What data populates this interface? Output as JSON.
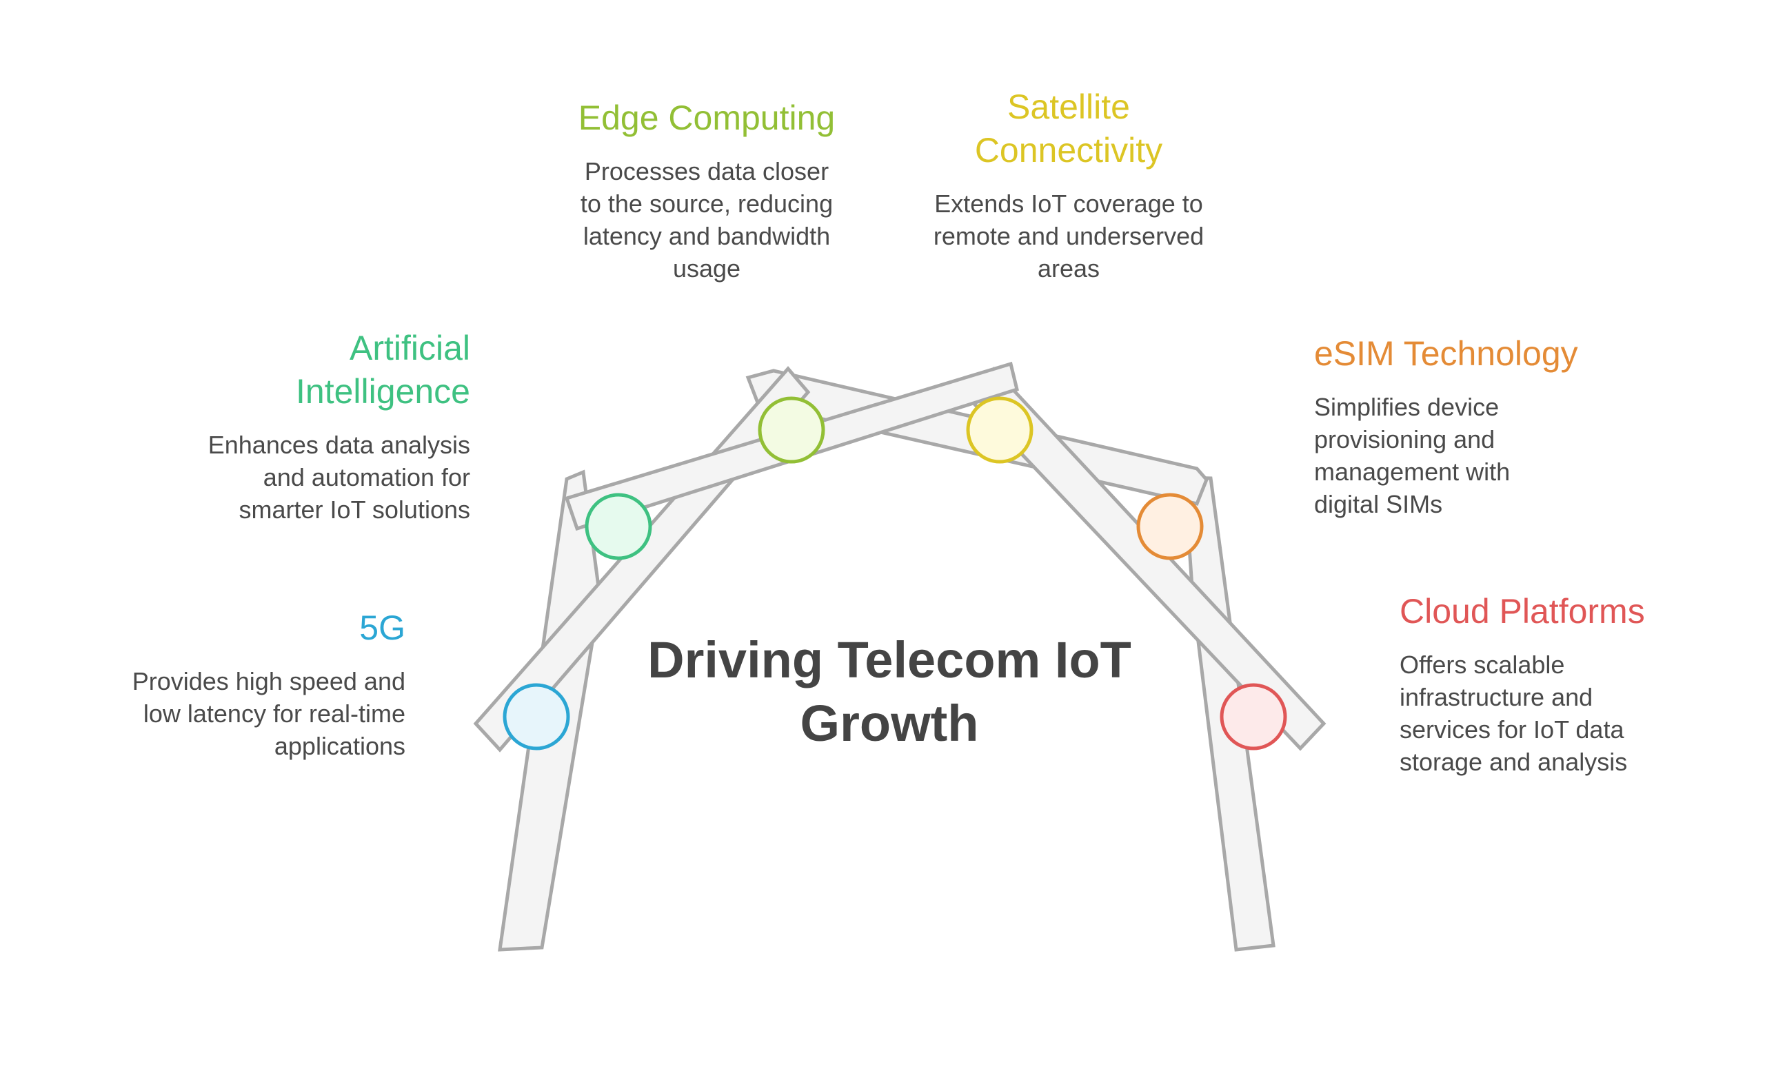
{
  "center_title": "Driving Telecom IoT Growth",
  "colors": {
    "beam_fill": "#f4f4f4",
    "beam_stroke": "#a8a8a8",
    "text_dark": "#444444",
    "desc_text": "#4a4a4a"
  },
  "items": {
    "g5": {
      "title": "5G",
      "description": "Provides high speed and low latency for real-time applications",
      "color": "#2ba6d4",
      "fill": "#e7f5fb"
    },
    "ai": {
      "title": "Artificial Intelligence",
      "description": "Enhances data analysis and automation for smarter IoT solutions",
      "color": "#3ec181",
      "fill": "#e6faee"
    },
    "edge": {
      "title": "Edge Computing",
      "description": "Processes data closer to the source, reducing latency and bandwidth usage",
      "color": "#92bf35",
      "fill": "#f3fbe3"
    },
    "satellite": {
      "title": "Satellite Connectivity",
      "description": "Extends IoT coverage to remote and underserved areas",
      "color": "#dcc524",
      "fill": "#fefadc"
    },
    "esim": {
      "title": "eSIM Technology",
      "description": "Simplifies device provisioning and management with digital SIMs",
      "color": "#e48b36",
      "fill": "#fff0e2"
    },
    "cloud": {
      "title": "Cloud Platforms",
      "description": "Offers scalable infrastructure and services for IoT data storage and analysis",
      "color": "#e05656",
      "fill": "#fdeaea"
    }
  }
}
